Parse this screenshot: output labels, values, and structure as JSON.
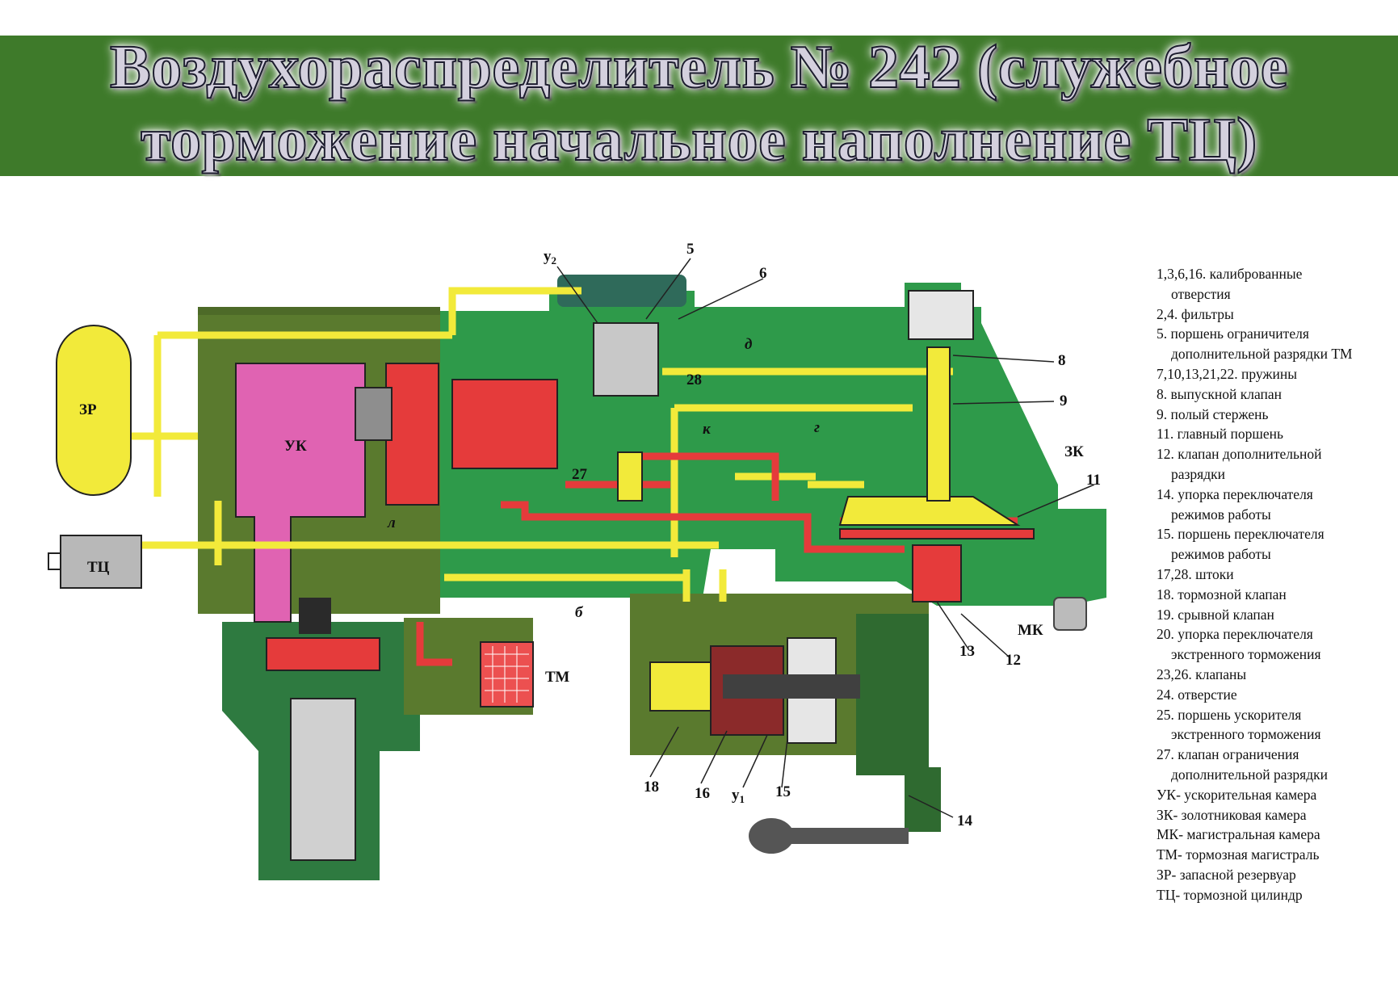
{
  "title": {
    "line1": "Воздухораспределитель № 242 (служебное",
    "line2": "торможение начальное наполнение ТЦ)"
  },
  "diagram": {
    "components": {
      "zr": "ЗР",
      "tc": "ТЦ",
      "uk": "УК",
      "tm": "ТМ",
      "zk": "ЗК",
      "mk": "МК"
    },
    "channels": {
      "d": "д",
      "g": "г",
      "k": "к",
      "l": "л",
      "b": "б"
    },
    "numbers": {
      "y2": "у",
      "y2_sub": "2",
      "n5": "5",
      "n6": "6",
      "n28": "28",
      "n27": "27",
      "n8": "8",
      "n9": "9",
      "n11": "11",
      "n13": "13",
      "n12": "12",
      "n18": "18",
      "n16": "16",
      "y1": "у",
      "y1_sub": "1",
      "n15": "15",
      "n14": "14"
    }
  },
  "legend": [
    {
      "main": "1,3,6,16. калиброванные",
      "cont": "отверстия"
    },
    {
      "main": "2,4. фильтры"
    },
    {
      "main": "5. поршень ограничителя",
      "cont": "дополнительной разрядки ТМ"
    },
    {
      "main": "7,10,13,21,22. пружины"
    },
    {
      "main": "8. выпускной клапан"
    },
    {
      "main": "9. полый стержень"
    },
    {
      "main": "11. главный поршень"
    },
    {
      "main": "12. клапан дополнительной",
      "cont": "разрядки"
    },
    {
      "main": "14. упорка переключателя",
      "cont": "режимов работы"
    },
    {
      "main": "15. поршень переключателя",
      "cont": "режимов работы"
    },
    {
      "main": "17,28. штоки"
    },
    {
      "main": "18. тормозной клапан"
    },
    {
      "main": "19. срывной клапан"
    },
    {
      "main": "20. упорка переключателя",
      "cont": "экстренного торможения"
    },
    {
      "main": "23,26. клапаны"
    },
    {
      "main": "24. отверстие"
    },
    {
      "main": "25. поршень ускорителя",
      "cont": "экстренного торможения"
    },
    {
      "main": "27. клапан ограничения",
      "cont": "дополнительной разрядки"
    },
    {
      "main": "УК- ускорительная камера"
    },
    {
      "main": "ЗК- золотниковая камера"
    },
    {
      "main": "МК- магистральная камера"
    },
    {
      "main": "ТМ- тормозная магистраль"
    },
    {
      "main": " ЗР- запасной резервуар"
    },
    {
      "main": "ТЦ- тормозной цилиндр"
    }
  ]
}
